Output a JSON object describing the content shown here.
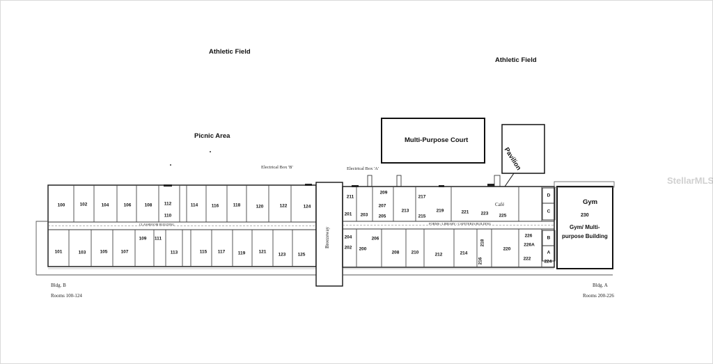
{
  "areas": {
    "athletic_field_left": "Athletic Field",
    "athletic_field_right": "Athletic Field",
    "picnic_area": "Picnic Area",
    "multi_purpose_court": "Multi-Purpose Court",
    "pavilion": "Pavilion",
    "electrical_box_b": "Electrical Box 'B'",
    "electrical_box_a": "Electrical Box 'A'",
    "breezeway": "Breezeway",
    "gym_title": "Gym",
    "gym_room": "230",
    "gym_subtitle_1": "Gym/ Multi-",
    "gym_subtitle_2": "purpose Building",
    "cafe": "Café"
  },
  "buildings": {
    "bldg_b": "Bldg. B",
    "bldg_b_rooms": "Rooms 100-124",
    "bldg_a": "Bldg. A",
    "bldg_a_rooms": "Rooms 200-226",
    "classroom_building": "CLASSROOM BUILDING",
    "library_cafeteria": "FORMS / LIBRARY / CAFETERIA BUILDING"
  },
  "rooms": [
    "100",
    "102",
    "104",
    "106",
    "108",
    "112",
    "110",
    "114",
    "116",
    "118",
    "120",
    "122",
    "124",
    "101",
    "103",
    "105",
    "107",
    "109",
    "111",
    "113",
    "115",
    "117",
    "119",
    "121",
    "123",
    "125",
    "211",
    "209",
    "207",
    "203",
    "201",
    "205",
    "213",
    "217",
    "215",
    "219",
    "221",
    "223",
    "225",
    "204",
    "206",
    "200",
    "202",
    "208",
    "210",
    "212",
    "214",
    "216",
    "218",
    "220",
    "226",
    "226A",
    "222",
    "224",
    "D",
    "C",
    "B",
    "A"
  ],
  "watermark": "StellarMLS"
}
